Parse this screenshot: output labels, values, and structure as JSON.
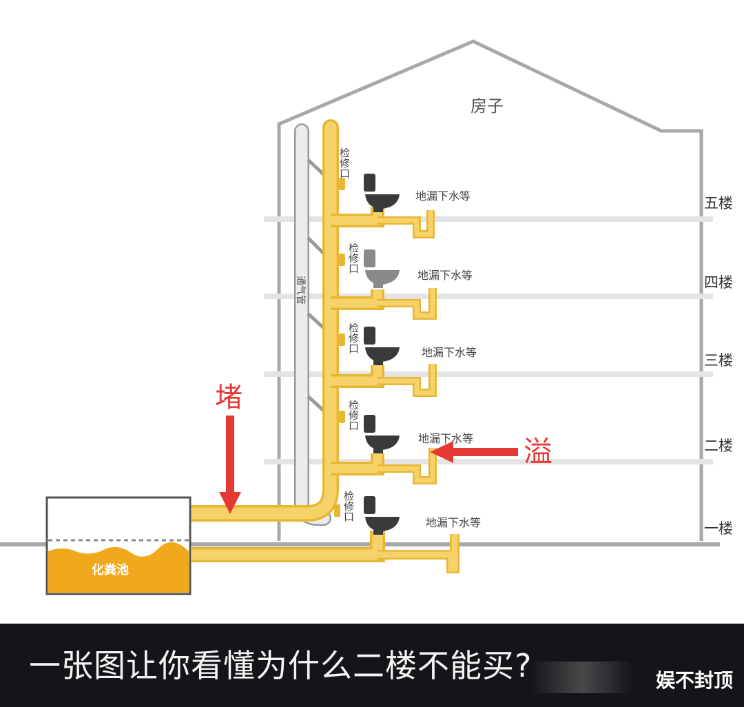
{
  "diagram": {
    "house_label": "房子",
    "inspection_port_label": "检修口",
    "vent_pipe_label": "通气管",
    "floor_drain_label": "地漏下水等",
    "septic_tank_label": "化粪池",
    "blocked_label": "堵",
    "overflow_label": "溢",
    "floors": [
      "五楼",
      "四楼",
      "三楼",
      "二楼",
      "一楼"
    ],
    "colors": {
      "pipe": "#f2c84a",
      "vent_pipe": "#d9d9d9",
      "arrow": "#e53935",
      "toilet": "#3a3a3a",
      "septic": "#f0a81c"
    }
  },
  "caption": {
    "text": "一张图让你看懂为什么二楼不能买?",
    "watermark": "娱不封顶"
  }
}
